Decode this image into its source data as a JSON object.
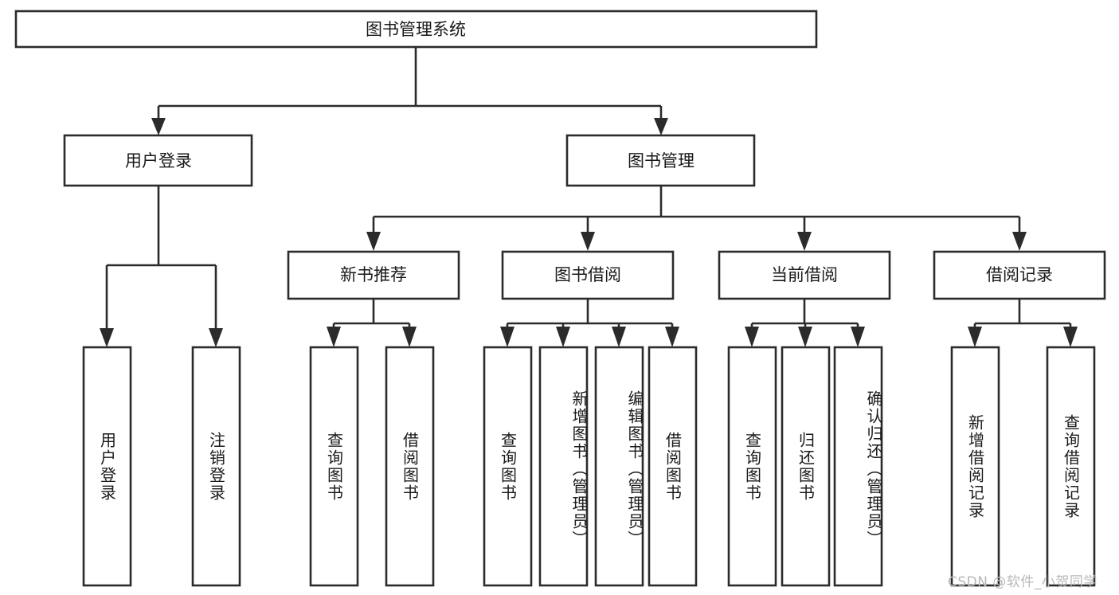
{
  "diagram": {
    "type": "tree-hierarchy",
    "title": "图书管理系统",
    "orientation": "top-down",
    "colors": {
      "stroke": "#2b2b2b",
      "fill": "#ffffff",
      "text": "#1a1a1a",
      "watermark": "#b8b8b8",
      "background": "#ffffff"
    }
  },
  "root": {
    "label": "图书管理系统"
  },
  "level2": [
    {
      "label": "用户登录"
    },
    {
      "label": "图书管理"
    }
  ],
  "level3": [
    {
      "label": "新书推荐"
    },
    {
      "label": "图书借阅"
    },
    {
      "label": "当前借阅"
    },
    {
      "label": "借阅记录"
    }
  ],
  "leaves": {
    "user_login": [
      {
        "label": "用户登录"
      },
      {
        "label": "注销登录"
      }
    ],
    "new_book_recommend": [
      {
        "label": "查询图书"
      },
      {
        "label": "借阅图书"
      }
    ],
    "book_borrow": [
      {
        "label": "查询图书"
      },
      {
        "label": "新增图书（管理员）"
      },
      {
        "label": "编辑图书（管理员）"
      },
      {
        "label": "借阅图书"
      }
    ],
    "current_borrow": [
      {
        "label": "查询图书"
      },
      {
        "label": "归还图书"
      },
      {
        "label": "确认归还（管理员）"
      }
    ],
    "borrow_record": [
      {
        "label": "新增借阅记录"
      },
      {
        "label": "查询借阅记录"
      }
    ]
  },
  "watermark": {
    "text": "CSDN @软件_小贺同学"
  }
}
